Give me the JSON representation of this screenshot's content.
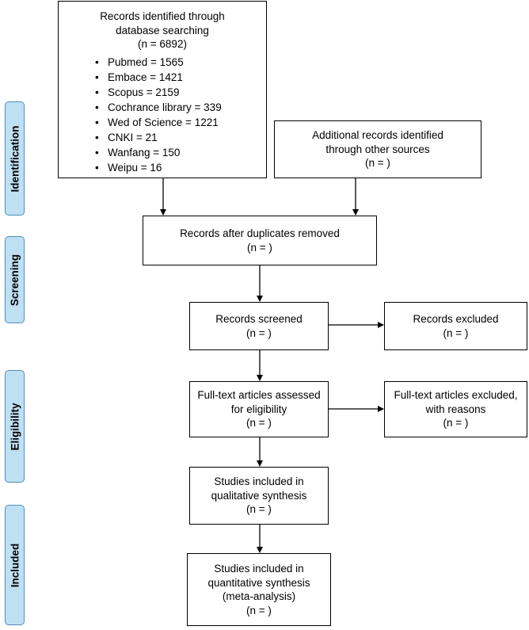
{
  "phases": [
    {
      "label": "Identification"
    },
    {
      "label": "Screening"
    },
    {
      "label": "Eligibility"
    },
    {
      "label": "Included"
    }
  ],
  "boxes": {
    "database": {
      "line1": "Records identified through",
      "line2": "database searching",
      "line3": "(n = 6892)",
      "sources": [
        {
          "label": "Pubmed = 1565"
        },
        {
          "label": "Embace = 1421"
        },
        {
          "label": "Scopus = 2159"
        },
        {
          "label": "Cochrance library = 339"
        },
        {
          "label": "Wed of Science = 1221"
        },
        {
          "label": "CNKI = 21"
        },
        {
          "label": "Wanfang = 150"
        },
        {
          "label": "Weipu = 16"
        }
      ]
    },
    "additional": {
      "line1": "Additional records identified",
      "line2": "through other sources",
      "line3": "(n =  )"
    },
    "duplicates": {
      "line1": "Records after duplicates removed",
      "line2": "(n =    )"
    },
    "screened": {
      "line1": "Records screened",
      "line2": "(n =    )"
    },
    "excluded": {
      "line1": "Records excluded",
      "line2": "(n =   )"
    },
    "fulltext": {
      "line1": "Full-text articles assessed",
      "line2": "for eligibility",
      "line3": "(n =    )"
    },
    "fulltext_excluded": {
      "line1": "Full-text articles excluded,",
      "line2": "with reasons",
      "line3": "(n =   )"
    },
    "qualitative": {
      "line1": "Studies included in",
      "line2": "qualitative synthesis",
      "line3": "(n =    )"
    },
    "quantitative": {
      "line1": "Studies included in",
      "line2": "quantitative synthesis",
      "line3": "(meta-analysis)",
      "line4": "(n =    )"
    }
  }
}
